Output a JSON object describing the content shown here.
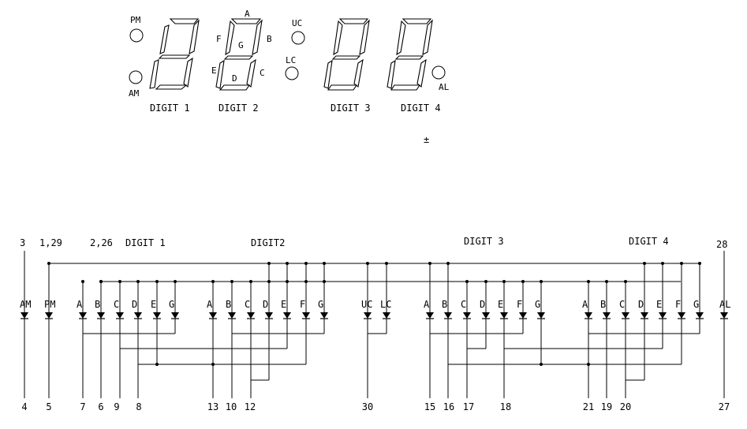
{
  "display": {
    "indicator_labels": {
      "pm": "PM",
      "am": "AM",
      "uc": "UC",
      "lc": "LC",
      "al": "AL"
    },
    "segment_letters": {
      "a": "A",
      "b": "B",
      "c": "C",
      "d": "D",
      "e": "E",
      "f": "F",
      "g": "G"
    },
    "digit_labels": [
      "DIGIT 1",
      "DIGIT 2",
      "DIGIT 3",
      "DIGIT 4"
    ],
    "plus_minus": "±"
  },
  "schematic": {
    "top_pins": {
      "am": "3",
      "pm": "1,29",
      "digit1": "2,26",
      "al": "28"
    },
    "group_labels": {
      "digit1": "DIGIT 1",
      "digit2": "DIGIT2",
      "digit3": "DIGIT 3",
      "digit4": "DIGIT 4"
    },
    "diode_labels": {
      "single_left": [
        "AM",
        "PM"
      ],
      "digit1": [
        "A",
        "B",
        "C",
        "D",
        "E",
        "G"
      ],
      "digit2": [
        "A",
        "B",
        "C",
        "D",
        "E",
        "F",
        "G"
      ],
      "colon": [
        "UC",
        "LC"
      ],
      "digit3": [
        "A",
        "B",
        "C",
        "D",
        "E",
        "F",
        "G"
      ],
      "digit4": [
        "A",
        "B",
        "C",
        "D",
        "E",
        "F",
        "G"
      ],
      "single_right": [
        "AL"
      ]
    },
    "bottom_pins": [
      "4",
      "5",
      "7",
      "6",
      "9",
      "8",
      "13",
      "10",
      "12",
      "30",
      "15",
      "16",
      "17",
      "18",
      "21",
      "19",
      "20",
      "27"
    ]
  }
}
